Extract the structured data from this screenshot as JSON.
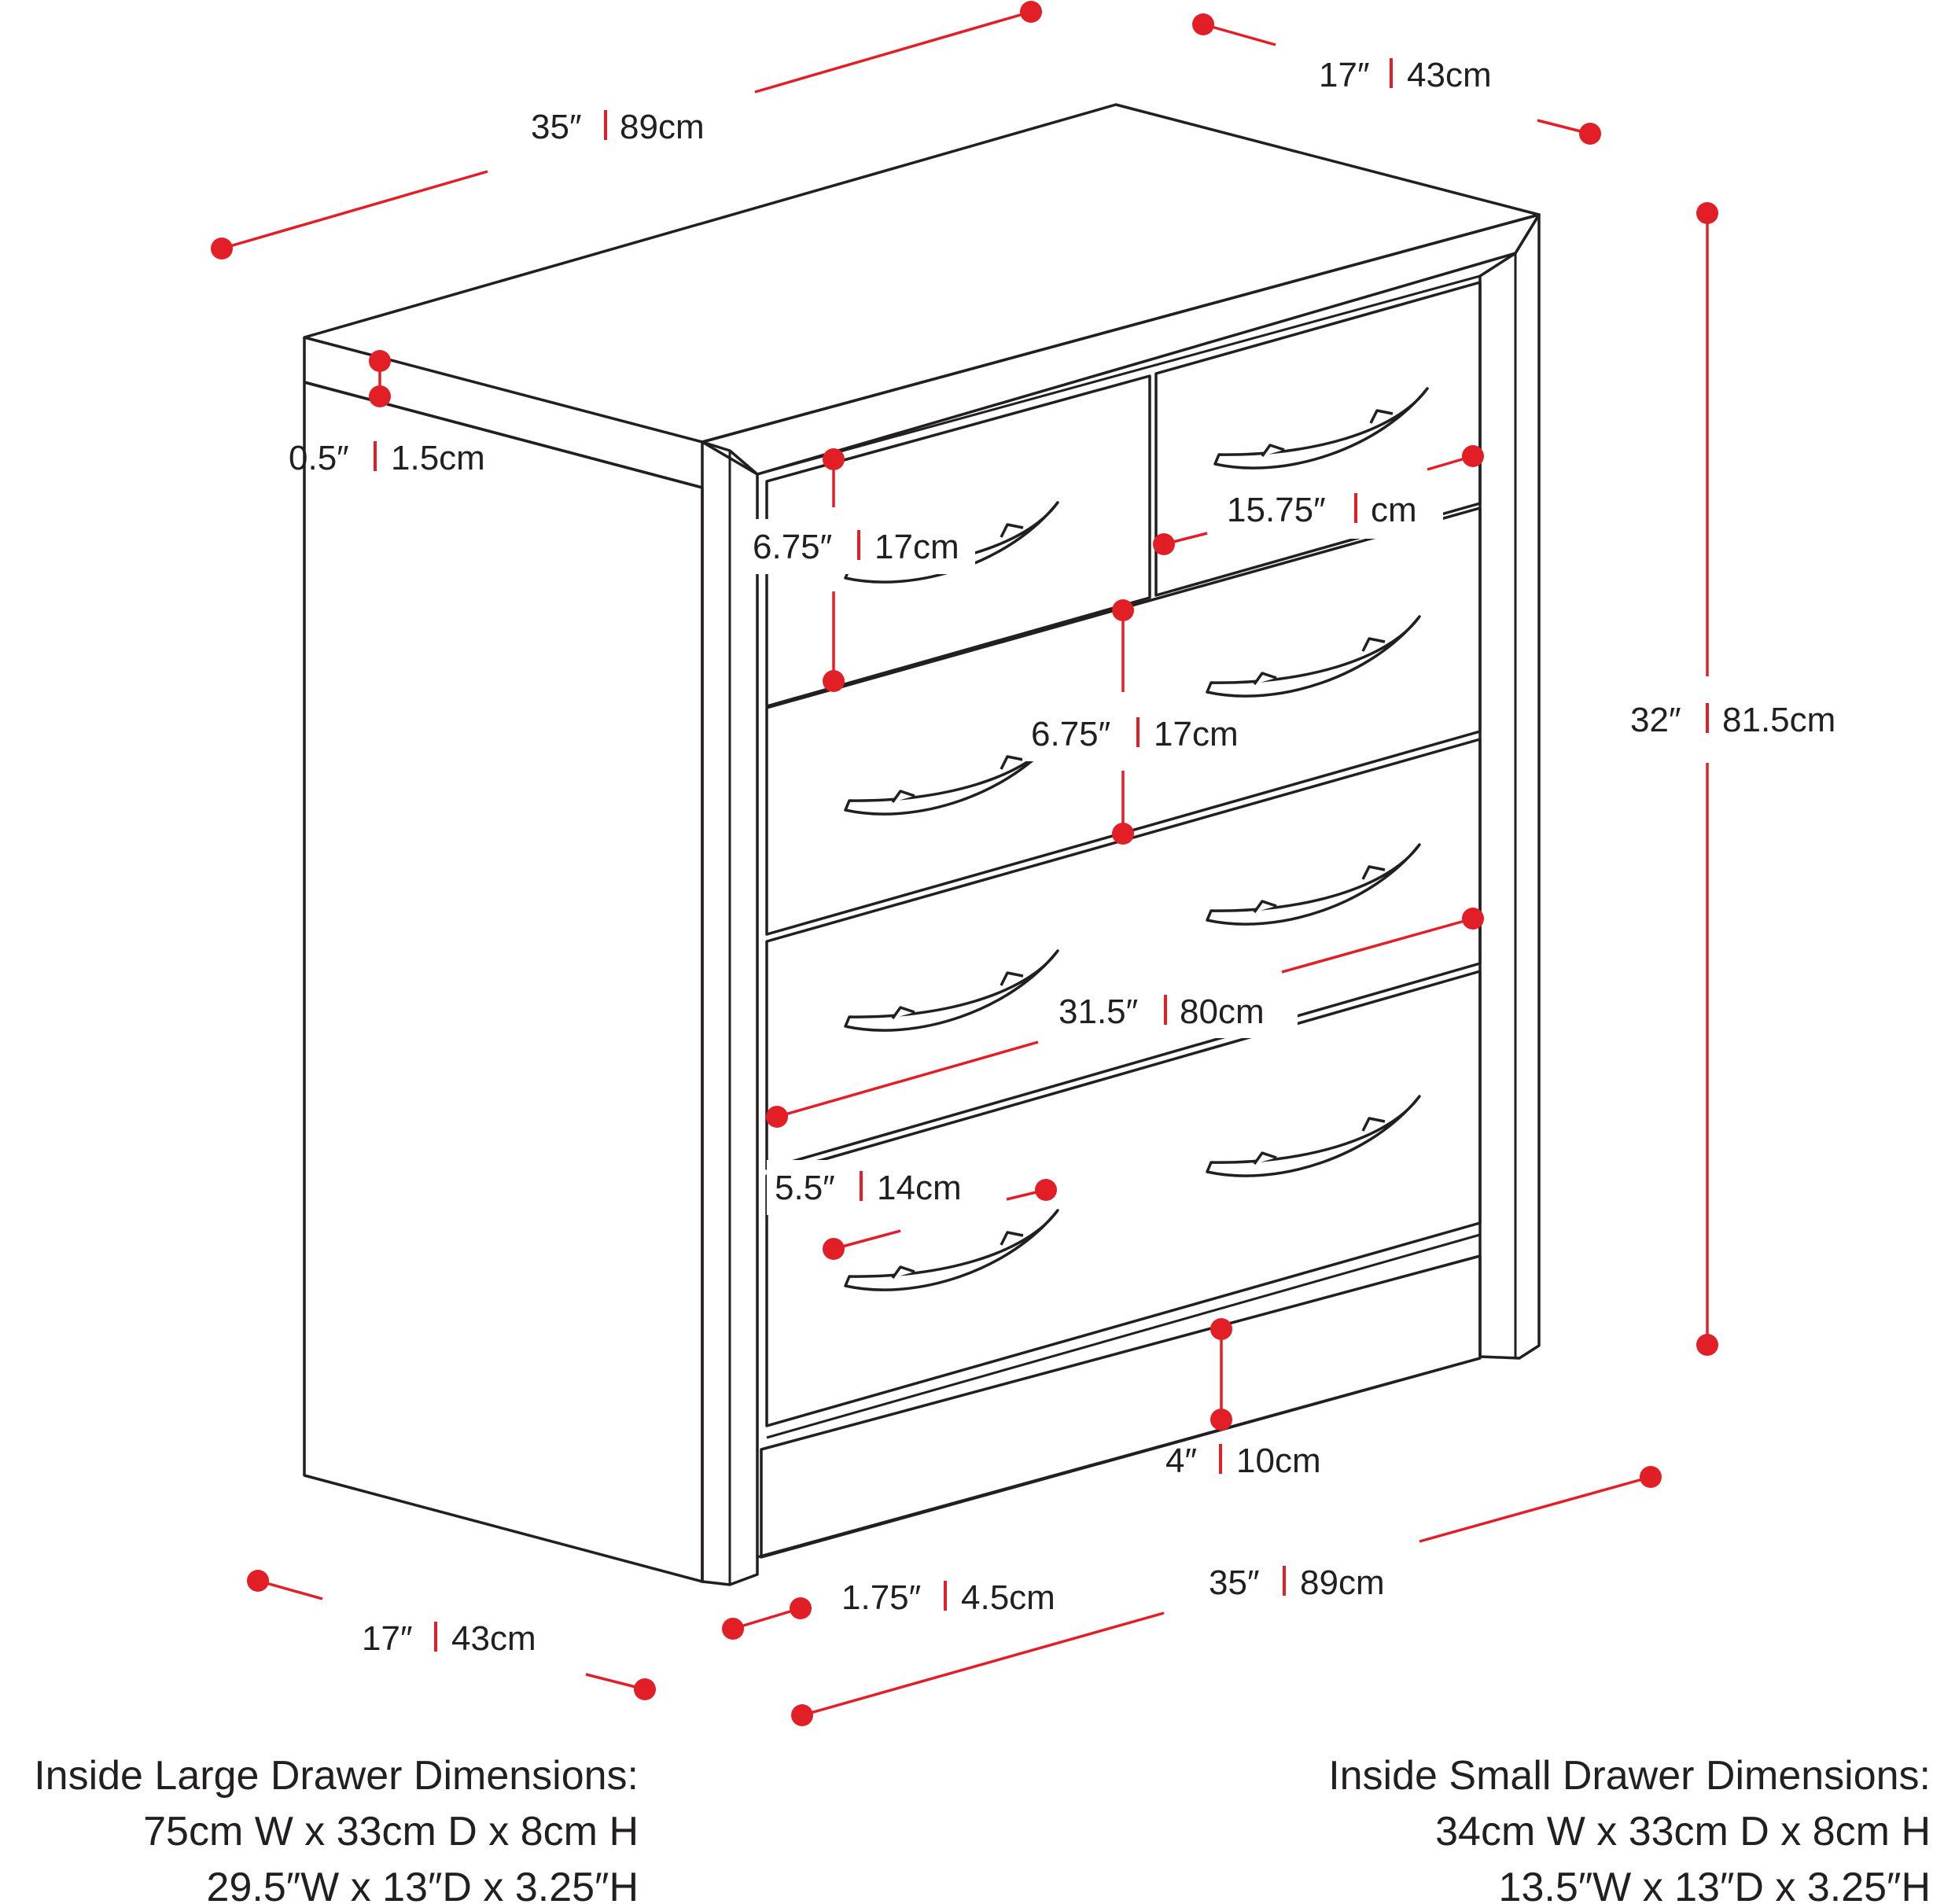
{
  "colors": {
    "outline": "#231f20",
    "dimension": "#e21f26",
    "background": "#ffffff"
  },
  "dimensions": {
    "top_width": {
      "inch": "35″",
      "cm": "89cm"
    },
    "top_depth": {
      "inch": "17″",
      "cm": "43cm"
    },
    "top_thickness": {
      "inch": "0.5″",
      "cm": "1.5cm"
    },
    "small_drawer_height": {
      "inch": "6.75″",
      "cm": "17cm"
    },
    "small_drawer_width": {
      "inch": "15.75″",
      "cm": "cm"
    },
    "large_drawer_height": {
      "inch": "6.75″",
      "cm": "17cm"
    },
    "overall_height": {
      "inch": "32″",
      "cm": "81.5cm"
    },
    "drawer_width": {
      "inch": "31.5″",
      "cm": "80cm"
    },
    "bottom_drawer_height": {
      "inch": "5.5″",
      "cm": "14cm"
    },
    "base_height": {
      "inch": "4″",
      "cm": "10cm"
    },
    "bottom_width": {
      "inch": "35″",
      "cm": "89cm"
    },
    "side_thickness": {
      "inch": "1.75″",
      "cm": "4.5cm"
    },
    "bottom_depth": {
      "inch": "17″",
      "cm": "43cm"
    }
  },
  "inside_large": {
    "title": "Inside Large Drawer Dimensions:",
    "metric": "75cm W x 33cm D x 8cm H",
    "imperial": "29.5″W x 13″D x 3.25″H"
  },
  "inside_small": {
    "title": "Inside Small Drawer Dimensions:",
    "metric": "34cm W x 33cm D x 8cm H",
    "imperial": "13.5″W x 13″D x 3.25″H"
  }
}
